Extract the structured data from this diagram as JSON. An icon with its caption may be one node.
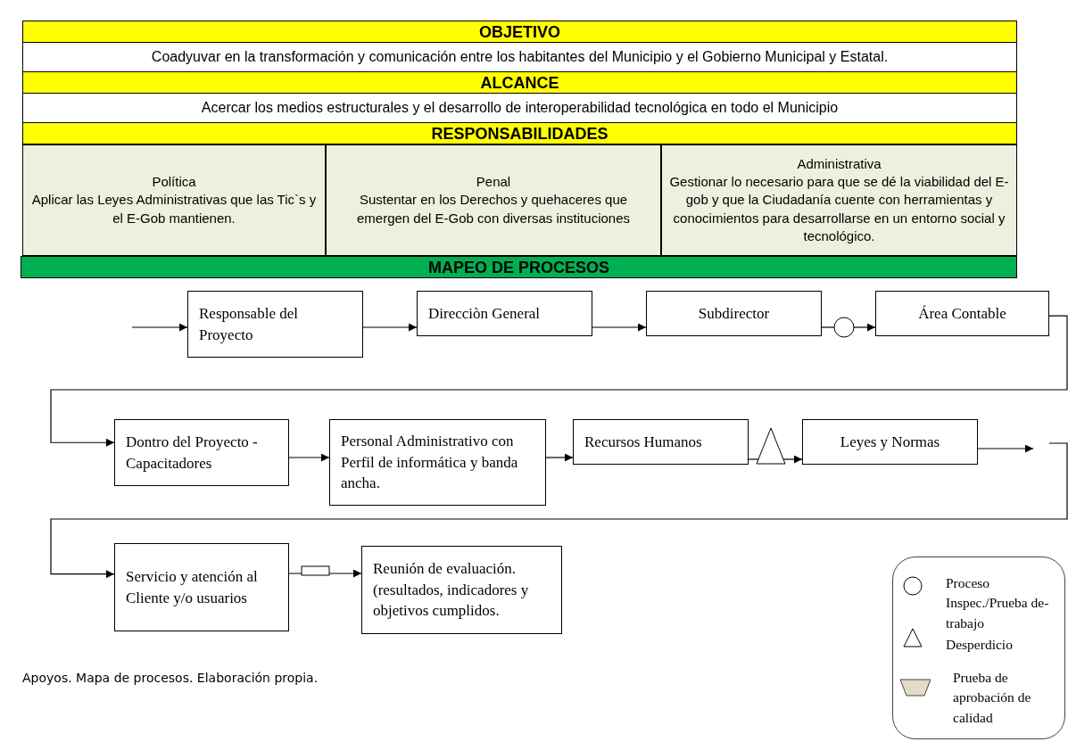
{
  "diagram": {
    "nodes": [
      {
        "text": [
          "OBJETIVO"
        ]
      },
      {
        "text": [
          "Coadyuvar en la transformación y comunicación entre los habitantes del Municipio y el Gobierno Municipal y Estatal."
        ]
      },
      {
        "text": [
          "ALCANCE"
        ]
      },
      {
        "text": [
          "Acercar los medios estructurales y el desarrollo de interoperabilidad tecnológica en todo el Municipio"
        ]
      },
      {
        "text": [
          "RESPONSABILIDADES"
        ]
      },
      {
        "text": [
          "Política",
          "Aplicar  las Leyes Administrativas que las Tic`s y el E-Gob  mantienen."
        ]
      },
      {
        "text": [
          "Penal",
          "Sustentar en los Derechos y quehaceres que emergen del E-Gob con diversas instituciones"
        ]
      },
      {
        "text": [
          "Administrativa",
          "Gestionar lo necesario para que se dé la viabilidad del E- gob y que la  Ciudadanía cuente con herramientas  y conocimientos para desarrollarse en un entorno social y tecnológico."
        ]
      },
      {
        "text": [
          "MAPEO DE PROCESOS"
        ]
      },
      {
        "text": [
          "Responsable del Proyecto"
        ]
      },
      {
        "text": [
          "Direcciòn General"
        ]
      },
      {
        "text": [
          "Subdirector"
        ]
      },
      {
        "text": [],
        "shape": "circle"
      },
      {
        "text": [
          "Área Contable"
        ]
      },
      {
        "text": [
          "Dontro del Proyecto - Capacitadores"
        ]
      },
      {
        "text": [
          "Personal Administrativo con Perfil de informática y banda ancha."
        ]
      },
      {
        "text": [
          "Recursos Humanos"
        ]
      },
      {
        "text": [],
        "shape": "triangle"
      },
      {
        "text": [
          "Leyes y Normas"
        ]
      },
      {
        "text": [
          "Servicio y atención al Cliente y/o usuarios"
        ]
      },
      {
        "text": [],
        "shape": "box"
      },
      {
        "text": [
          "Reunión de evaluación. (resultados, indicadores y objetivos cumplidos."
        ]
      }
    ],
    "edges": [
      {
        "from": null,
        "to": 9,
        "arrow": "to"
      },
      {
        "from": 9,
        "to": 10,
        "arrow": "to"
      },
      {
        "from": 10,
        "to": 11,
        "arrow": "to"
      },
      {
        "from": 11,
        "to": 12,
        "arrow": "none"
      },
      {
        "from": 12,
        "to": 13,
        "arrow": "to"
      },
      {
        "from": 13,
        "to": 14,
        "arrow": "to"
      },
      {
        "from": 14,
        "to": 15,
        "arrow": "to"
      },
      {
        "from": 15,
        "to": 16,
        "arrow": "to"
      },
      {
        "from": 16,
        "to": 17,
        "arrow": "none"
      },
      {
        "from": 17,
        "to": 18,
        "arrow": "to"
      },
      {
        "from": 18,
        "to": null,
        "arrow": "to"
      },
      {
        "from": null,
        "to": 19,
        "arrow": "to"
      },
      {
        "from": 19,
        "to": 21,
        "arrow": "to"
      }
    ],
    "labels": [
      "Apoyos. Mapa de procesos. Elaboración propia."
    ],
    "legend": [
      {
        "text": "Proceso Inspec./Prueba de-trabajo"
      },
      {
        "text": "Desperdicio"
      },
      {
        "text": "Prueba de aprobación de calidad"
      }
    ]
  }
}
